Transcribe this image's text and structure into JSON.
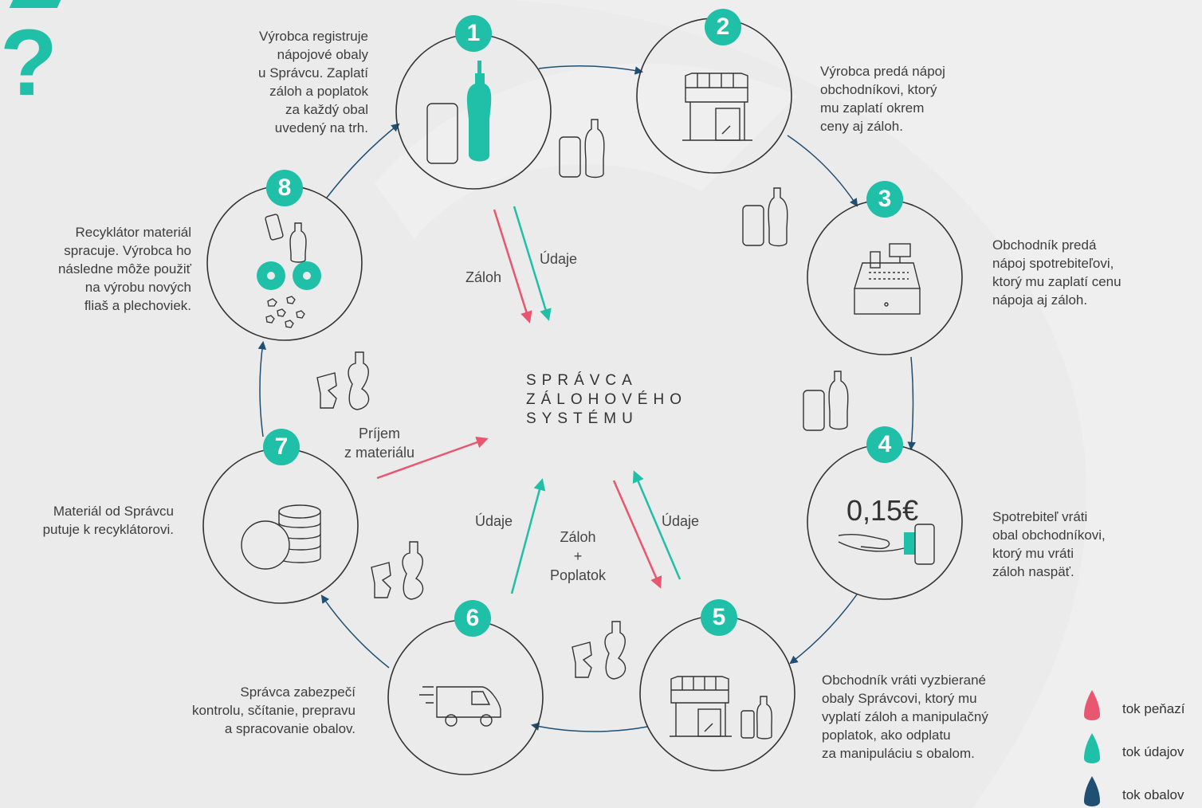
{
  "center_title": "SPRÁVCA\nZÁLOHOVÉHO\nSYSTÉMU",
  "question_mark": "?",
  "steps": [
    {
      "number": "1",
      "text": "Výrobca registruje\nnápojové obaly\nu Správcu. Zaplatí\nzáloh a poplatok\nza každý obal\nuvedený na trh."
    },
    {
      "number": "2",
      "text": "Výrobca predá nápoj\nobchodníkovi, ktorý\nmu zaplatí okrem\nceny aj záloh."
    },
    {
      "number": "3",
      "text": "Obchodník predá\nnápoj spotrebiteľovi,\nktorý mu zaplatí cenu\nnápoja aj záloh."
    },
    {
      "number": "4",
      "text": "Spotrebiteľ vráti\nobal obchodníkovi,\nktorý mu vráti\nzáloh naspäť."
    },
    {
      "number": "5",
      "text": "Obchodník vráti vyzbierané\nobaly Správcovi, ktorý mu\nvyplatí záloh a manipulačný\npoplatok, ako odplatu\nza manipuláciu s obalom."
    },
    {
      "number": "6",
      "text": "Správca zabezpečí\nkontrolu, sčítanie, prepravu\na spracovanie obalov."
    },
    {
      "number": "7",
      "text": "Materiál od Správcu\nputuje k recyklátorovi."
    },
    {
      "number": "8",
      "text": "Recyklátor materiál\nspracuje. Výrobca ho\nnásledne môže použiť\nna výrobu nových\nfliaš a plechoviek."
    }
  ],
  "flow_labels": {
    "zaloh_top": "Záloh",
    "udaje_top": "Údaje",
    "prijem": "Príjem\nz materiálu",
    "udaje_left": "Údaje",
    "zaloh_poplatok": "Záloh\n+\nPoplatok",
    "udaje_right": "Údaje"
  },
  "price": "0,15€",
  "legend": [
    {
      "label": "tok peňazí",
      "color": "#e9566f"
    },
    {
      "label": "tok údajov",
      "color": "#20bfa8"
    },
    {
      "label": "tok obalov",
      "color": "#1f4f73"
    }
  ],
  "colors": {
    "teal": "#20bfa8",
    "red": "#e9566f",
    "navy": "#1f4f73",
    "background": "#ebebeb"
  }
}
